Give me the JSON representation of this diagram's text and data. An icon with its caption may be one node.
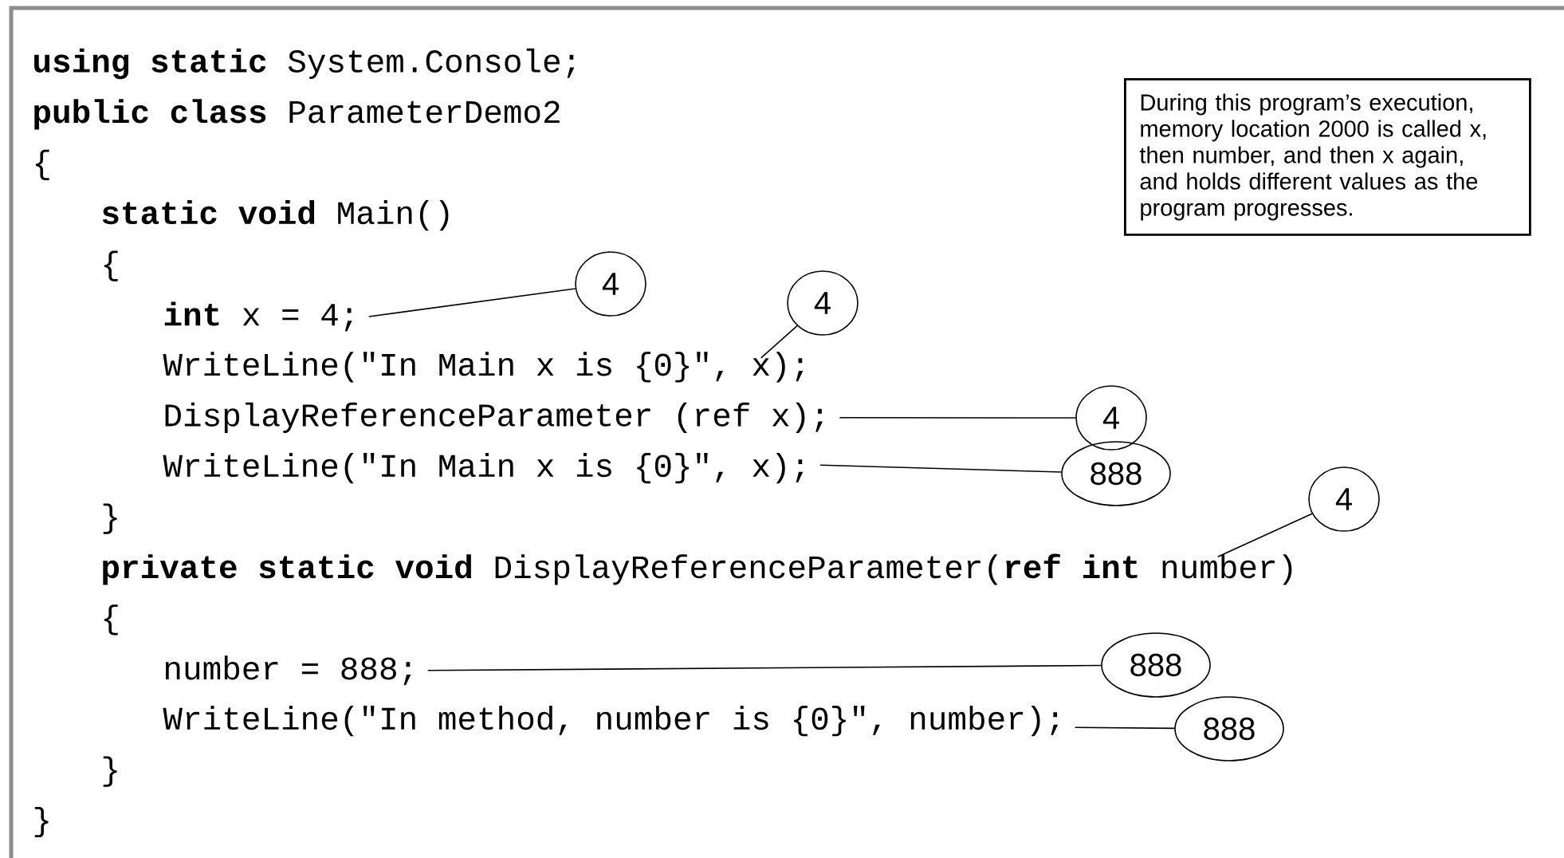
{
  "diagram": {
    "nodes": [
      {
        "text": [
          "**int** x = 4;"
        ]
      },
      {
        "text": [
          "4"
        ]
      },
      {
        "text": [
          "WriteLine(\"In Main x is {0}\", x);"
        ]
      },
      {
        "text": [
          "4"
        ]
      },
      {
        "text": [
          "DisplayReferenceParameter (ref x);"
        ]
      },
      {
        "text": [
          "4"
        ]
      },
      {
        "text": [
          "WriteLine(\"In Main x is {0}\", x);"
        ]
      },
      {
        "text": [
          "888"
        ]
      },
      {
        "text": [
          "**private static void** DisplayReferenceParameter(**ref int** number)"
        ]
      },
      {
        "text": [
          "4"
        ]
      },
      {
        "text": [
          "number = 888;"
        ]
      },
      {
        "text": [
          "888"
        ]
      },
      {
        "text": [
          "WriteLine(\"In method, number is {0}\", number);"
        ]
      },
      {
        "text": [
          "888"
        ]
      },
      {
        "text": [
          "During this program’s execution, memory location 2000 is called x, then number, and then x again, and holds different values as the program progresses."
        ]
      }
    ],
    "edges": [
      {
        "from": 0,
        "to": 1,
        "arrow": "none"
      },
      {
        "from": 2,
        "to": 3,
        "arrow": "none"
      },
      {
        "from": 4,
        "to": 5,
        "arrow": "none"
      },
      {
        "from": 6,
        "to": 7,
        "arrow": "none"
      },
      {
        "from": 8,
        "to": 9,
        "arrow": "none"
      },
      {
        "from": 10,
        "to": 11,
        "arrow": "none"
      },
      {
        "from": 12,
        "to": 13,
        "arrow": "none"
      }
    ],
    "labels": [
      "**using static** System.Console;",
      "**public class** ParameterDemo2",
      "{",
      "**static void** Main()",
      "{",
      "}",
      "{",
      "}",
      "}"
    ]
  }
}
